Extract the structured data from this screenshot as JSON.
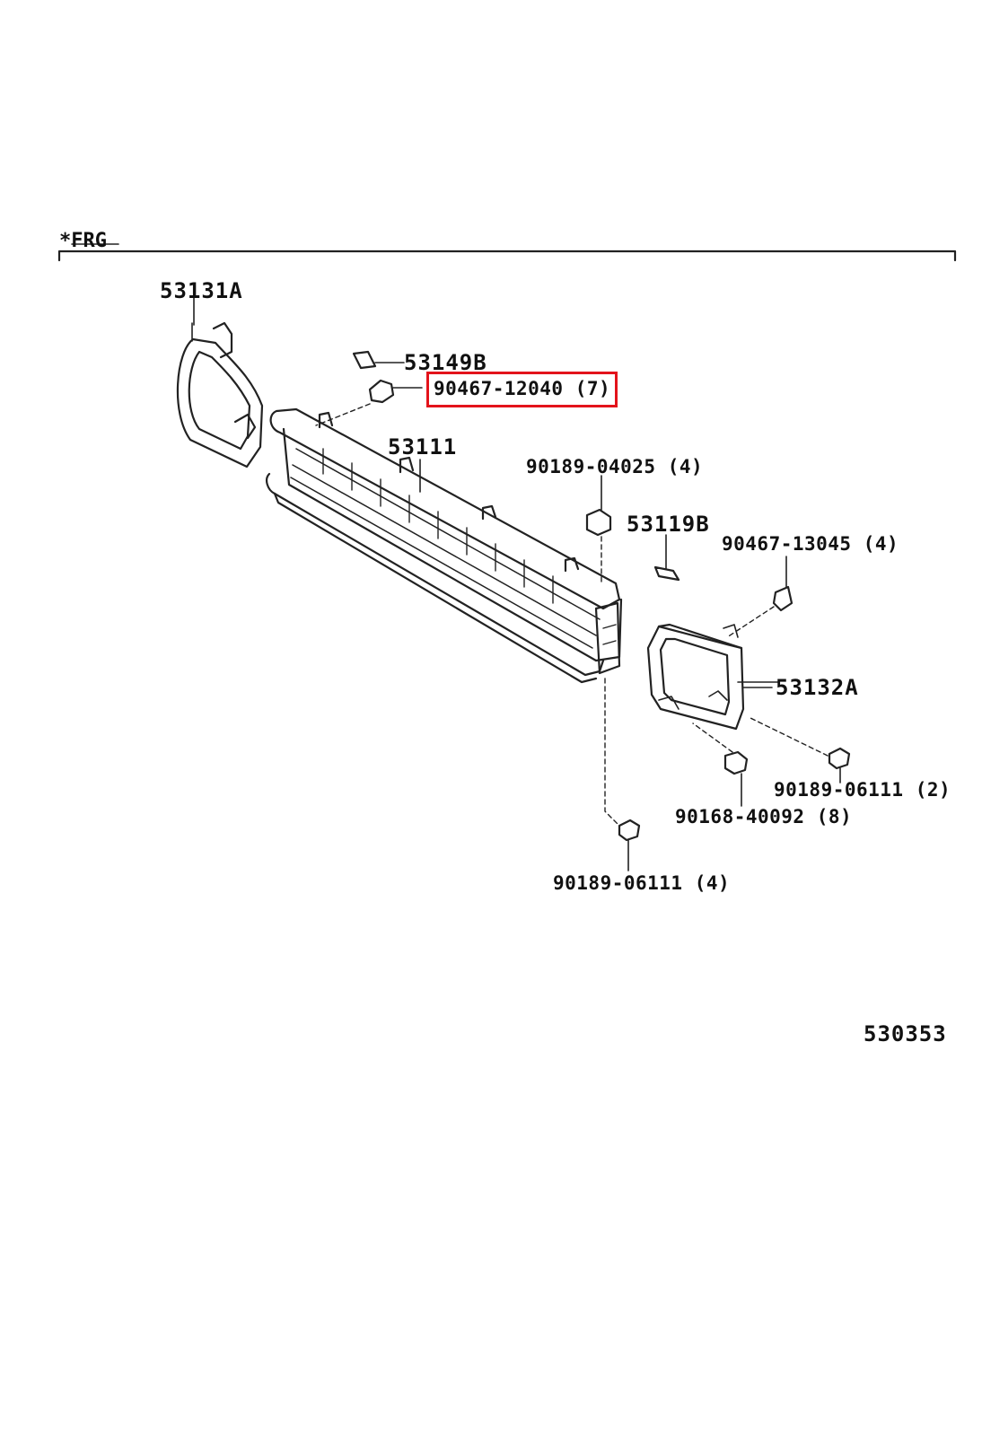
{
  "section_label": "*FRG",
  "figure_id": "530353",
  "highlight_color": "#e3131b",
  "parts": {
    "p53131A": "53131A",
    "p53149B": "53149B",
    "p90467_12040": "90467-12040 (7)",
    "p53111": "53111",
    "p90189_04025": "90189-04025 (4)",
    "p53119B": "53119B",
    "p90467_13045": "90467-13045 (4)",
    "p53132A": "53132A",
    "p90189_06111_2": "90189-06111 (2)",
    "p90168_40092": "90168-40092 (8)",
    "p90189_06111_4": "90189-06111 (4)"
  },
  "highlighted_part": "90467-12040 (7)"
}
